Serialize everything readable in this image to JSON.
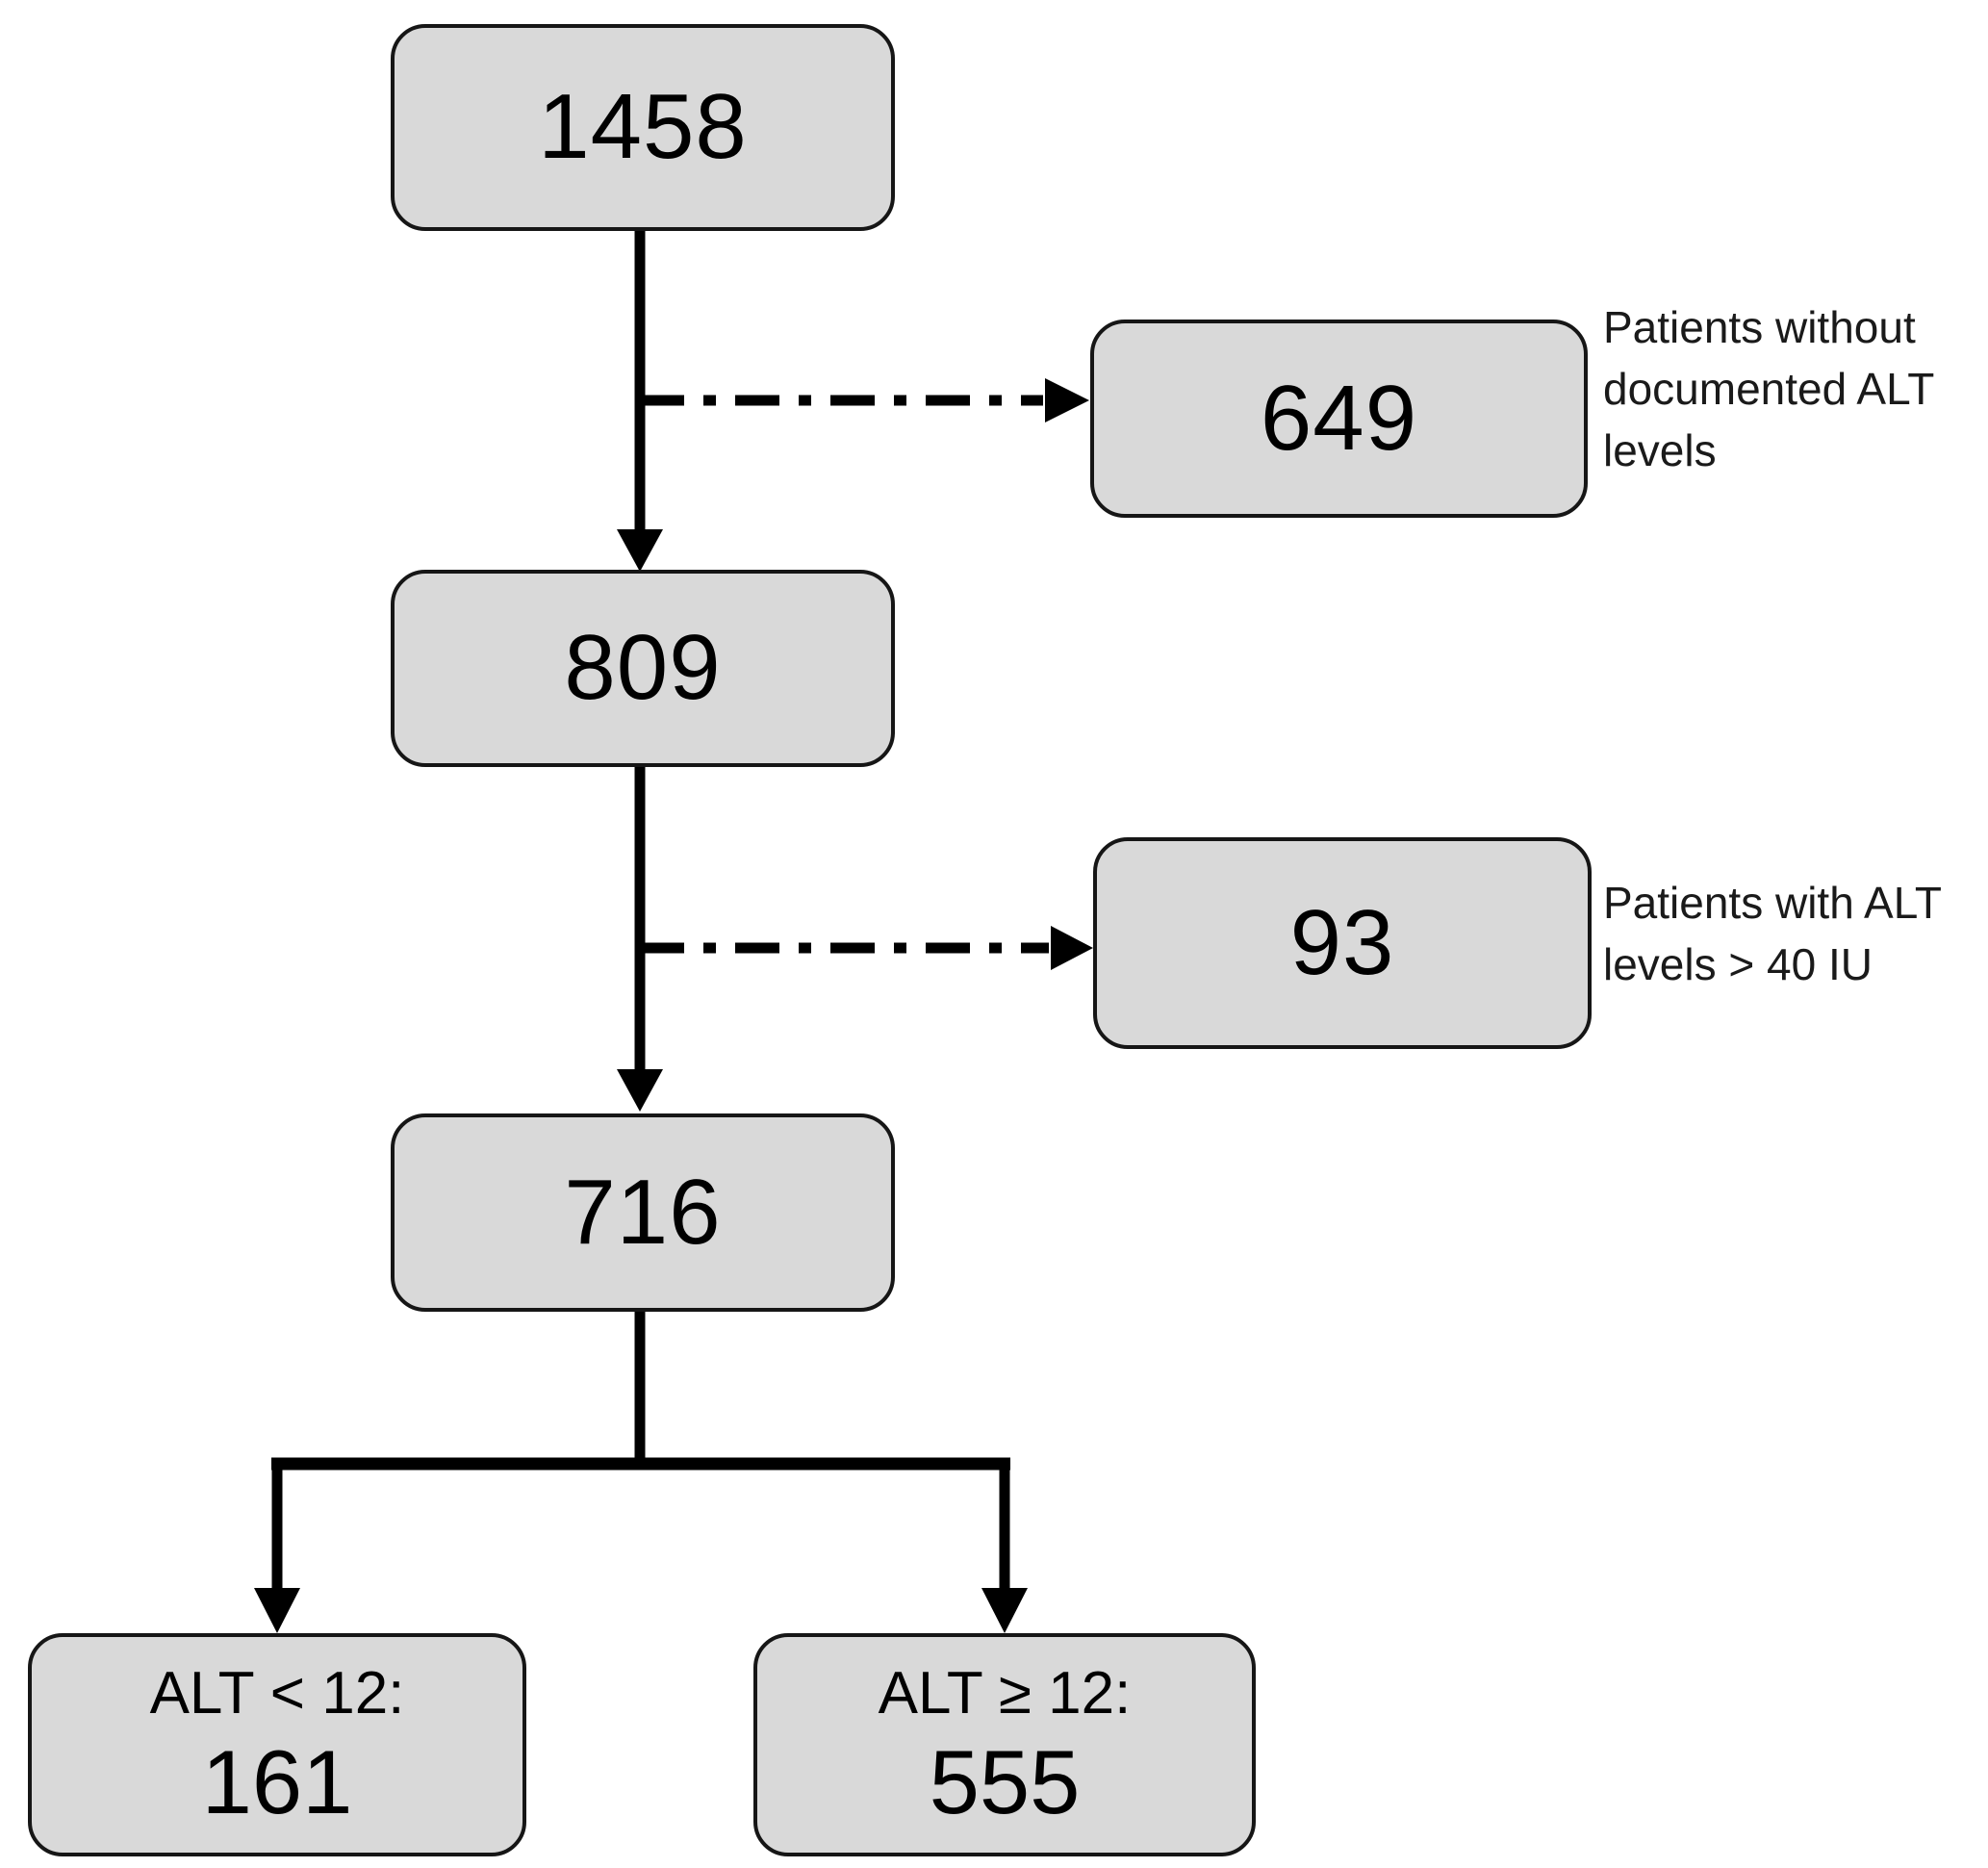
{
  "palette": {
    "background": "#ffffff",
    "node_fill": "#d9d9d9",
    "node_border": "#161616",
    "connector": "#000000",
    "text": "#000000"
  },
  "flowchart": {
    "type": "patient-flow-diagram",
    "nodes": {
      "total": {
        "value": "1458"
      },
      "no_alt": {
        "value": "649"
      },
      "documented": {
        "value": "809"
      },
      "high_alt": {
        "value": "93"
      },
      "included": {
        "value": "716"
      },
      "alt_lt_12": {
        "label": "ALT < 12:",
        "value": "161"
      },
      "alt_ge_12": {
        "label": "ALT ≥ 12:",
        "value": "555"
      }
    },
    "annotations": {
      "no_alt_note": {
        "lines": [
          "Patients without",
          "documented ALT",
          "levels"
        ]
      },
      "high_alt_note": {
        "lines": [
          "Patients with ALT",
          "levels > 40 IU"
        ]
      }
    },
    "edges": [
      {
        "from": "total",
        "to": "documented",
        "style": "solid",
        "arrow": true
      },
      {
        "from": "total-documented-stem",
        "to": "no_alt",
        "style": "dash-dot",
        "arrow": true
      },
      {
        "from": "documented",
        "to": "included",
        "style": "solid",
        "arrow": true
      },
      {
        "from": "documented-included-stem",
        "to": "high_alt",
        "style": "dash-dot",
        "arrow": true
      },
      {
        "from": "included",
        "to": "alt_lt_12",
        "style": "solid",
        "arrow": true
      },
      {
        "from": "included",
        "to": "alt_ge_12",
        "style": "solid",
        "arrow": true
      }
    ]
  }
}
